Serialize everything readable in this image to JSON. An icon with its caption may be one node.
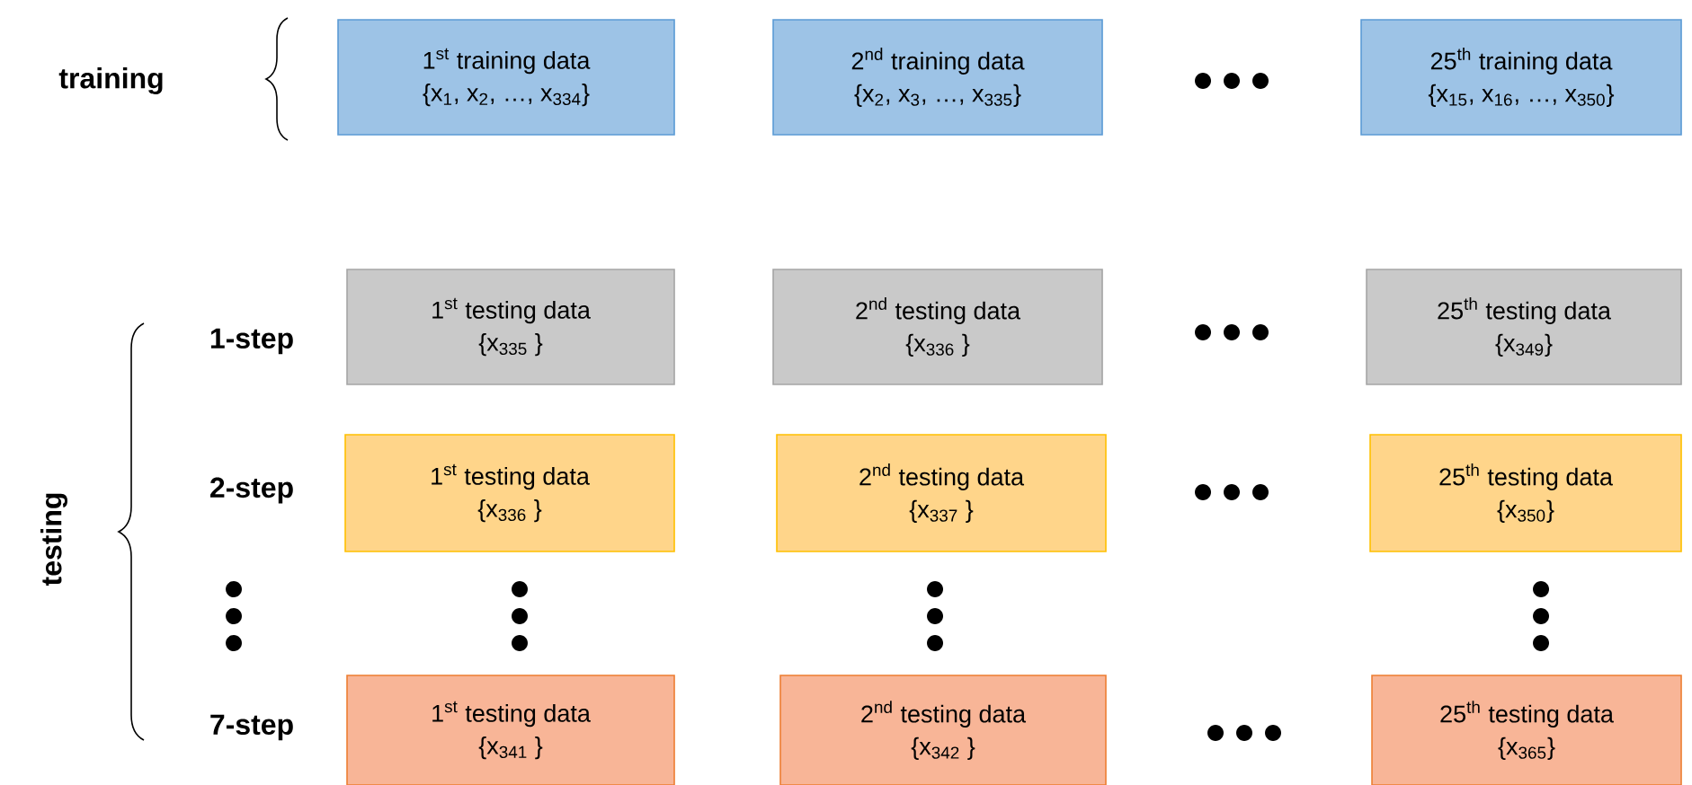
{
  "diagram": {
    "nodes": [
      {
        "text": [
          "1$^{st}$ training data",
          "{x$_{1}$, x$_{2}$, …, x$_{334}$}"
        ]
      },
      {
        "text": [
          "2$^{nd}$ training data",
          "{x$_{2}$, x$_{3}$, …, x$_{335}$}"
        ]
      },
      {
        "text": [
          "25$^{th}$ training data",
          "{x$_{15}$, x$_{16}$, …, x$_{350}$}"
        ]
      },
      {
        "text": [
          "1$^{st}$ testing data",
          "{x$_{335}$ }"
        ]
      },
      {
        "text": [
          "2$^{nd}$ testing data",
          "{x$_{336}$ }"
        ]
      },
      {
        "text": [
          "25$^{th}$ testing data",
          "{x$_{349}$}"
        ]
      },
      {
        "text": [
          "1$^{st}$ testing data",
          "{x$_{336}$ }"
        ]
      },
      {
        "text": [
          "2$^{nd}$ testing data",
          "{x$_{337}$ }"
        ]
      },
      {
        "text": [
          "25$^{th}$ testing data",
          "{x$_{350}$}"
        ]
      },
      {
        "text": [
          "1$^{st}$ testing data",
          "{x$_{341}$ }"
        ]
      },
      {
        "text": [
          "2$^{nd}$ testing data",
          "{x$_{342}$ }"
        ]
      },
      {
        "text": [
          "25$^{th}$ testing data",
          "{x$_{365}$}"
        ]
      }
    ],
    "labels": [
      "training",
      "1-step",
      "2-step",
      "testing",
      "7-step"
    ]
  }
}
